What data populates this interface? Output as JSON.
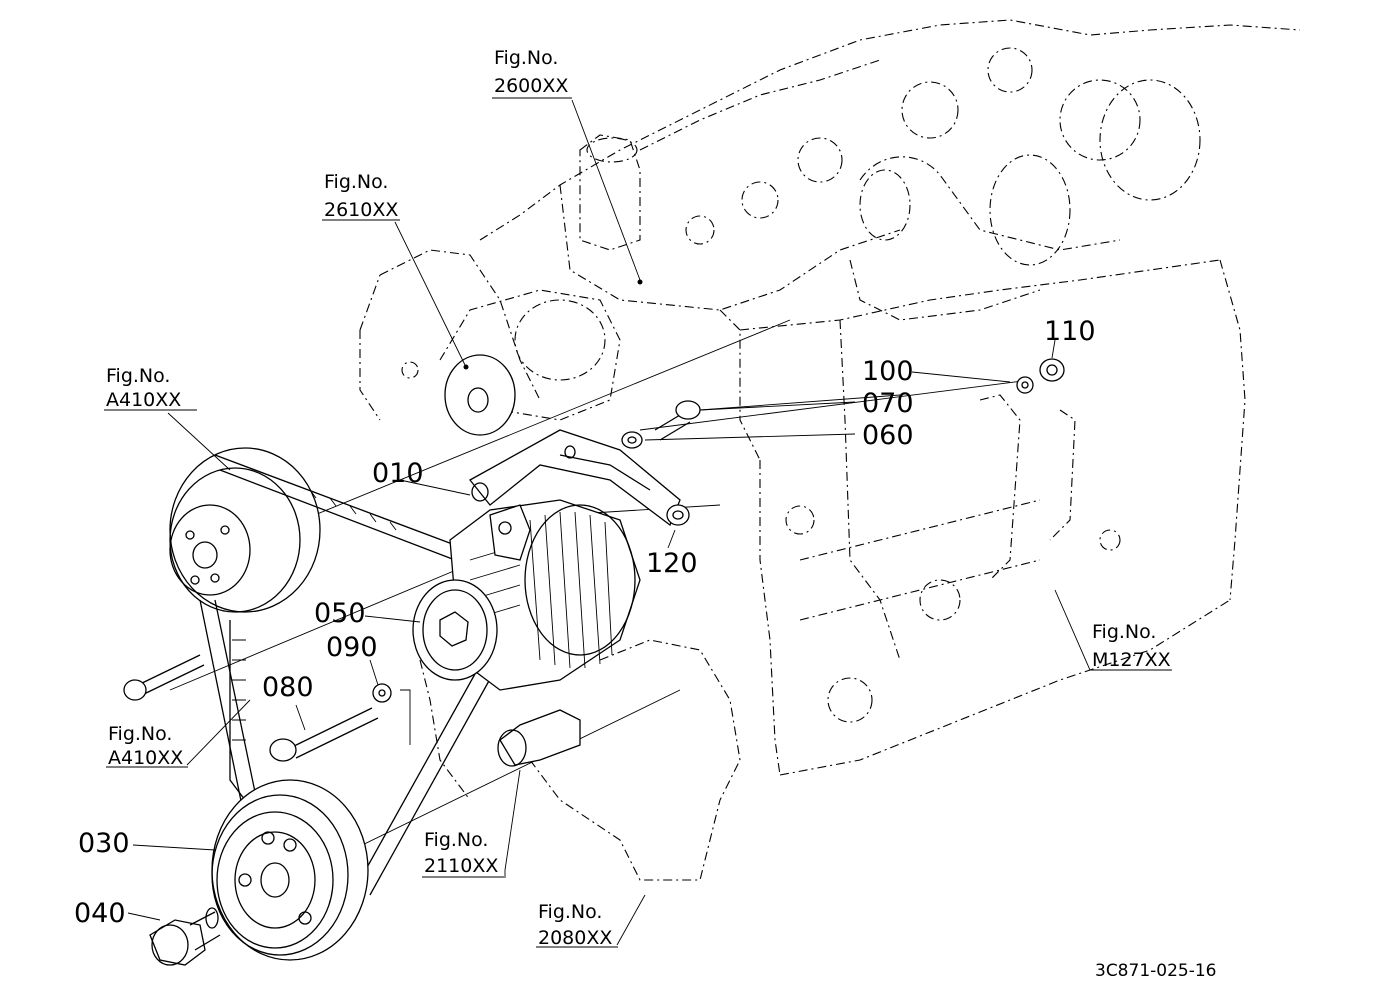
{
  "fig_refs": {
    "f2600": {
      "line1": "Fig.No.",
      "line2": "2600XX"
    },
    "f2610": {
      "line1": "Fig.No.",
      "line2": "2610XX"
    },
    "fa410_top": {
      "line1": "Fig.No.",
      "line2": "A410XX"
    },
    "fa410_bottom": {
      "line1": "Fig.No.",
      "line2": "A410XX"
    },
    "fm127": {
      "line1": "Fig.No.",
      "line2": "M127XX"
    },
    "f2110": {
      "line1": "Fig.No.",
      "line2": "2110XX"
    },
    "f2080": {
      "line1": "Fig.No.",
      "line2": "2080XX"
    }
  },
  "parts": {
    "p010": "010",
    "p030": "030",
    "p040": "040",
    "p050": "050",
    "p060": "060",
    "p070": "070",
    "p080": "080",
    "p090": "090",
    "p100": "100",
    "p110": "110",
    "p120": "120"
  },
  "drawing_code": "3C871-025-16"
}
